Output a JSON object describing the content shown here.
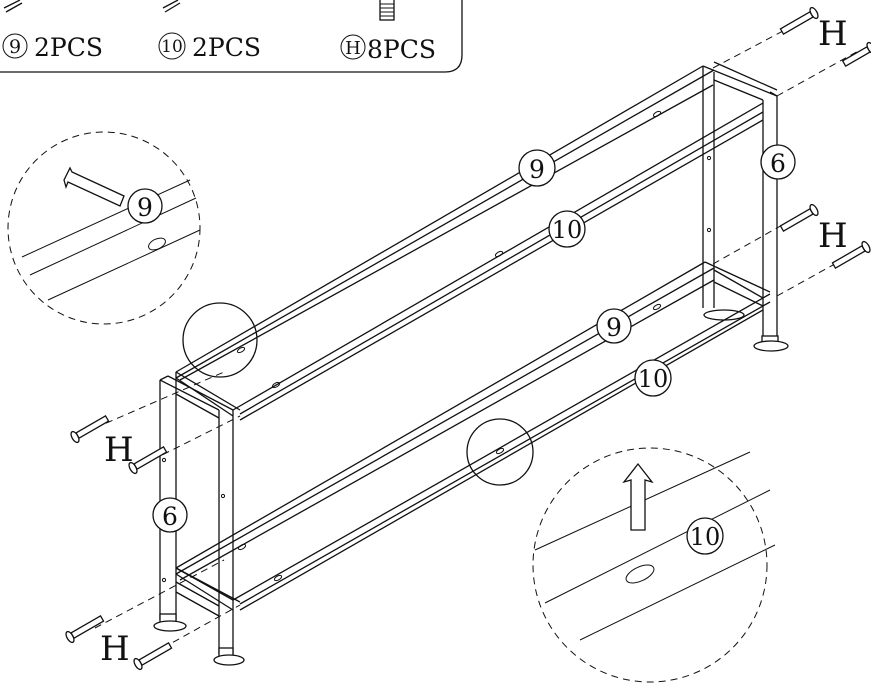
{
  "parts_list": [
    {
      "id": "9",
      "qty": "2PCS"
    },
    {
      "id": "10",
      "qty": "2PCS"
    },
    {
      "id": "H",
      "qty": "8PCS"
    }
  ],
  "callouts": {
    "beam_upper_back": "9",
    "beam_upper_front": "10",
    "beam_lower_back": "9",
    "beam_lower_front": "10",
    "leg_right": "6",
    "leg_left": "6",
    "detail_upper": "9",
    "detail_lower": "10"
  },
  "screw_labels": [
    "H",
    "H",
    "H",
    "H"
  ]
}
